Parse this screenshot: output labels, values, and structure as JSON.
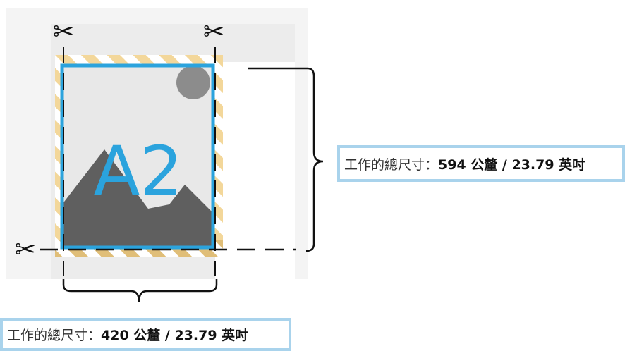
{
  "paper": {
    "name": "A2"
  },
  "labels": {
    "height": {
      "prefix": "工作的總尺寸：",
      "value": "594 公釐 / 23.79 英吋"
    },
    "width": {
      "prefix": "工作的總尺寸：",
      "value": "420 公釐 / 23.79 英吋"
    }
  },
  "colors": {
    "frame": "#2ba3dd",
    "label_border": "#a9d3ec",
    "stripe": "#f3d79a",
    "background_panel": "#eeeeee",
    "image_fill": "#5f5f5f"
  },
  "icons": [
    "scissors-icon",
    "mountain-image-icon",
    "sun-icon"
  ]
}
